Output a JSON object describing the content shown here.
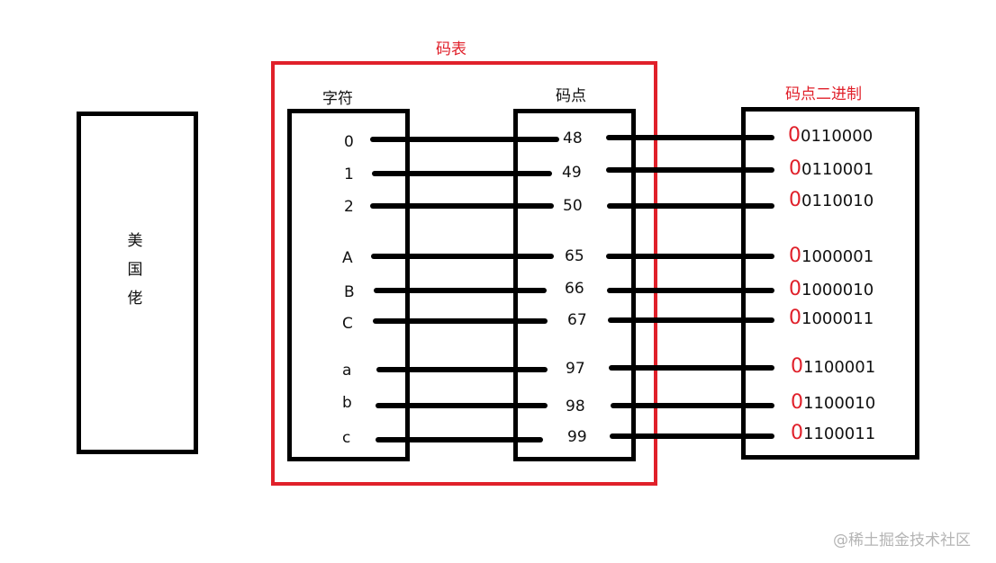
{
  "diagram": {
    "left_box": {
      "chars": [
        "美",
        "国",
        "佬"
      ]
    },
    "code_table": {
      "title": "码表",
      "char_column_header": "字符",
      "codepoint_column_header": "码点"
    },
    "binary_column_header": "码点二进制",
    "rows": [
      {
        "char": "0",
        "codepoint": "48",
        "binary_lead": "0",
        "binary_rest": "0110000"
      },
      {
        "char": "1",
        "codepoint": "49",
        "binary_lead": "0",
        "binary_rest": "0110001"
      },
      {
        "char": "2",
        "codepoint": "50",
        "binary_lead": "0",
        "binary_rest": "0110010"
      },
      {
        "char": "A",
        "codepoint": "65",
        "binary_lead": "0",
        "binary_rest": "1000001"
      },
      {
        "char": "B",
        "codepoint": "66",
        "binary_lead": "0",
        "binary_rest": "1000010"
      },
      {
        "char": "C",
        "codepoint": "67",
        "binary_lead": "0",
        "binary_rest": "1000011"
      },
      {
        "char": "a",
        "codepoint": "97",
        "binary_lead": "0",
        "binary_rest": "1100001"
      },
      {
        "char": "b",
        "codepoint": "98",
        "binary_lead": "0",
        "binary_rest": "1100010"
      },
      {
        "char": "c",
        "codepoint": "99",
        "binary_lead": "0",
        "binary_rest": "1100011"
      }
    ],
    "colors": {
      "accent_red": "#e0202a",
      "line": "#000000"
    }
  },
  "watermark": "@稀土掘金技术社区"
}
